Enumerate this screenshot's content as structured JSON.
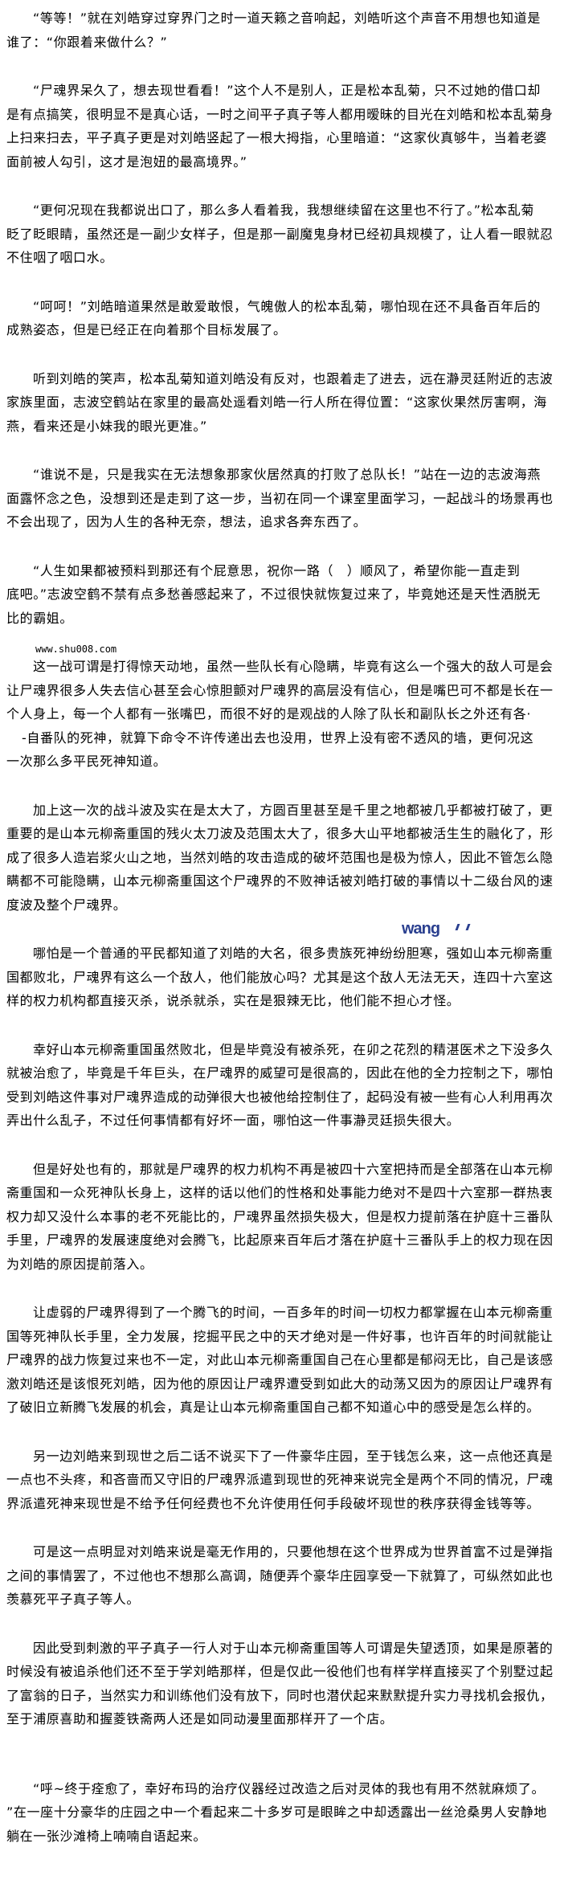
{
  "document": {
    "paragraphs": [
      {
        "lines": [
          "“等等！”就在刘皓穿过穿界门之时一道天籁之音响起，刘皓听这个声音不用想也知道是",
          "谁了：“你跟着来做什么？”"
        ]
      },
      {
        "lines": [
          "“尸魂界呆久了，想去现世看看！”这个人不是别人，正是松本乱菊，只不过她的借口却",
          "是有点搞笑，很明显不是真心话，一时之间平子真子等人都用暧昧的目光在刘皓和松本乱菊身",
          "上扫来扫去，平子真子更是对刘皓竖起了一根大拇指，心里暗道：“这家伙真够牛，当着老婆",
          "面前被人勾引，这才是泡妞的最高境界。”"
        ]
      },
      {
        "lines": [
          "“更何况现在我都说出口了，那么多人看着我，我想继续留在这里也不行了。”松本乱菊",
          "眨了眨眼睛，虽然还是一副少女样子，但是那一副魔鬼身材已经初具规模了，让人看一眼就忍",
          "不住咽了咽口水。"
        ]
      },
      {
        "lines": [
          "“呵呵！”刘皓暗道果然是敢爱敢恨，气魄傲人的松本乱菊，哪怕现在还不具备百年后的",
          "成熟姿态，但是已经正在向着那个目标发展了。"
        ]
      },
      {
        "lines": [
          "听到刘皓的笑声，松本乱菊知道刘皓没有反对，也跟着走了进去，远在瀞灵廷附近的志波",
          "家族里面，志波空鹤站在家里的最高处遥看刘皓一行人所在得位置：“这家伙果然厉害啊，海",
          "燕，看来还是小妹我的眼光更准。”"
        ]
      },
      {
        "lines": [
          "“谁说不是，只是我实在无法想象那家伙居然真的打败了总队长！”站在一边的志波海燕",
          "面露怀念之色，没想到还是走到了这一步，当初在同一个课室里面学习，一起战斗的场景再也",
          "不会出现了，因为人生的各种无奈，想法，追求各奔东西了。"
        ]
      },
      {
        "lines": [
          "“人生如果都被预料到那还有个屁意思，祝你一路（　）顺风了，希望你能一直走到",
          "底吧。”志波空鹤不禁有点多愁善感起来了，不过很快就恢复过来了，毕竟她还是天性洒脱无",
          "比的霸姐。"
        ]
      },
      {
        "url": "www.shu008.com",
        "lines": [
          "这一战可谓是打得惊天动地，虽然一些队长有心隐瞒，毕竟有这么一个强大的敌人可是会",
          "让尸魂界很多人失去信心甚至会心惊胆颤对尸魂界的高层没有信心，但是嘴巴可不都是长在一",
          "个人身上，每一个人都有一张嘴巴，而很不好的是观战的人除了队长和副队长之外还有各·",
          "-自番队的死神，就算下命令不许传递出去也没用，世界上没有密不透风的墙，更何况这",
          "一次那么多平民死神知道。"
        ]
      },
      {
        "lines": [
          "加上这一次的战斗波及实在是太大了，方圆百里甚至是千里之地都被几乎都被打破了，更",
          "重要的是山本元柳斋重国的残火太刀波及范围太大了，很多大山平地都被活生生的融化了，形",
          "成了很多人造岩浆火山之地，当然刘皓的攻击造成的破坏范围也是极为惊人，因此不管怎么隐",
          "瞒都不可能隐瞒，山本元柳斋重国这个尸魂界的不败神话被刘皓打破的事情以十二级台风的速",
          "度波及整个尸魂界。"
        ]
      },
      {
        "watermark": "wang",
        "lines": [
          "哪怕是一个普通的平民都知道了刘皓的大名，很多贵族死神纷纷胆寒，强如山本元柳斋重",
          "国都败北，尸魂界有这么一个敌人，他们能放心吗？尤其是这个敌人无法无天，连四十六室这",
          "样的权力机构都直接灭杀，说杀就杀，实在是狠辣无比，他们能不担心才怪。"
        ]
      },
      {
        "lines": [
          "幸好山本元柳斋重国虽然败北，但是毕竟没有被杀死，在卯之花烈的精湛医术之下没多久",
          "就被治愈了，毕竟是千年巨头，在尸魂界的威望可是很高的，因此在他的全力控制之下，哪怕",
          "受到刘皓这件事对尸魂界造成的动弹很大也被他给控制住了，起码没有被一些有心人利用再次",
          "弄出什么乱子，不过任何事情都有好坏一面，哪怕这一件事瀞灵廷损失很大。"
        ]
      },
      {
        "lines": [
          "但是好处也有的，那就是尸魂界的权力机构不再是被四十六室把持而是全部落在山本元柳",
          "斋重国和一众死神队长身上，这样的话以他们的性格和处事能力绝对不是四十六室那一群热衷",
          "权力却又没什么本事的老不死能比的，尸魂界虽然损失极大，但是权力提前落在护庭十三番队",
          "手里，尸魂界的发展速度绝对会腾飞，比起原来百年后才落在护庭十三番队手上的权力现在因",
          "为刘皓的原因提前落入。"
        ]
      },
      {
        "lines": [
          "让虚弱的尸魂界得到了一个腾飞的时间，一百多年的时间一切权力都掌握在山本元柳斋重",
          "国等死神队长手里，全力发展，挖掘平民之中的天才绝对是一件好事，也许百年的时间就能让",
          "尸魂界的战力恢复过来也不一定，对此山本元柳斋重国自己在心里都是郁闷无比，自己是该感",
          "激刘皓还是该恨死刘皓，因为他的原因让尸魂界遭受到如此大的动荡又因为的原因让尸魂界有",
          "了破旧立新腾飞发展的机会，真是让山本元柳斋重国自己都不知道心中的感受是怎么样的。"
        ]
      },
      {
        "lines": [
          "另一边刘皓来到现世之后二话不说买下了一件豪华庄园，至于钱怎么来，这一点他还真是",
          "一点也不头疼，和吝啬而又守旧的尸魂界派遣到现世的死神来说完全是两个不同的情况，尸魂",
          "界派遣死神来现世是不给予任何经费也不允许使用任何手段破坏现世的秩序获得金钱等等。"
        ]
      },
      {
        "lines": [
          "可是这一点明显对刘皓来说是毫无作用的，只要他想在这个世界成为世界首富不过是弹指",
          "之间的事情罢了，不过他也不想那么高调，随便弄个豪华庄园享受一下就算了，可纵然如此也",
          "羡慕死平子真子等人。"
        ]
      },
      {
        "lines": [
          "因此受到刺激的平子真子一行人对于山本元柳斋重国等人可谓是失望透顶，如果是原著的",
          "时候没有被追杀他们还不至于学刘皓那样，但是仅此一役他们也有样学样直接买了个别墅过起",
          "了富翁的日子，当然实力和训练他们没有放下，同时也潜伏起来默默提升实力寻找机会报仇，",
          "至于浦原喜助和握菱铁斋两人还是如同动漫里面那样开了一个店。"
        ]
      },
      {
        "late": true,
        "lines": [
          "“呼~终于痊愈了，幸好布玛的治疗仪器经过改造之后对灵体的我也有用不然就麻烦了。",
          " ”在一座十分豪华的庄园之中一个看起来二十多岁可是眼眸之中却透露出一丝沧桑男人安静地",
          "躺在一张沙滩椅上喃喃自语起来。"
        ]
      }
    ]
  },
  "colors": {
    "text": "#000000",
    "background": "#ffffff",
    "watermark": "#2a3f8f"
  }
}
